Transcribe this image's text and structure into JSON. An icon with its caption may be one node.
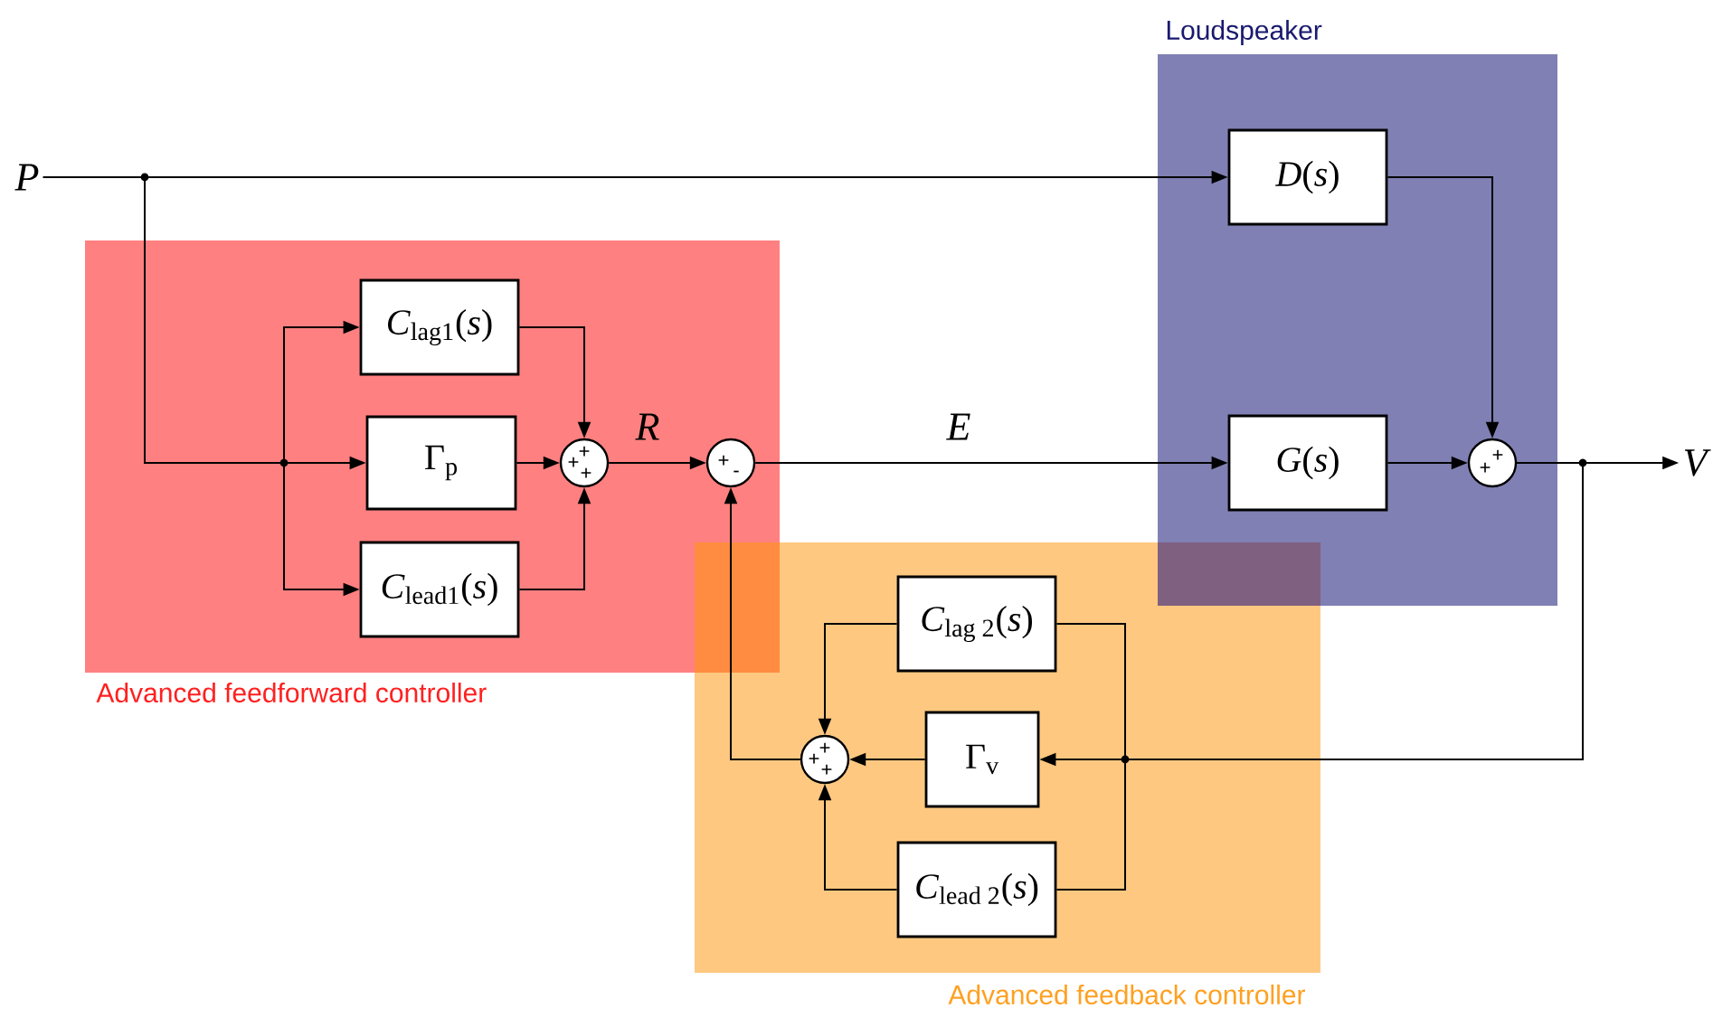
{
  "diagram": {
    "nodes": [
      {
        "text": [
          "Advanced feedforward controller"
        ]
      },
      {
        "text": [
          "Loudspeaker"
        ]
      },
      {
        "text": [
          "Advanced feedback controller"
        ]
      },
      {
        "text": [
          "P"
        ]
      },
      {
        "text": [
          "*C*$_{lag1}$(*s*)"
        ],
        "in": 0
      },
      {
        "text": [
          "Γ$_{p}$"
        ],
        "in": 0
      },
      {
        "text": [
          "*C*$_{lead1}$(*s*)"
        ],
        "in": 0
      },
      {
        "text": [
          "+",
          "+",
          "+"
        ],
        "in": 0
      },
      {
        "text": [
          "+",
          "-"
        ],
        "in": 0
      },
      {
        "text": [
          "*D*(*s*)"
        ],
        "in": 1
      },
      {
        "text": [
          "*G*(*s*)"
        ],
        "in": 1
      },
      {
        "text": [
          "+",
          "+"
        ],
        "in": 1
      },
      {
        "text": [
          "V"
        ]
      },
      {
        "text": [
          "*C*$_{lag 2}$(*s*)"
        ],
        "in": 2
      },
      {
        "text": [
          "Γ$_{v}$"
        ],
        "in": 2
      },
      {
        "text": [
          "*C*$_{lead 2}$(*s*)"
        ],
        "in": 2
      },
      {
        "text": [
          "+",
          "+",
          "+"
        ],
        "in": 2
      }
    ],
    "edges": [
      {
        "from": 3,
        "to": 9,
        "arrow": "to"
      },
      {
        "from": 3,
        "to": 4,
        "arrow": "to"
      },
      {
        "from": 3,
        "to": 5,
        "arrow": "to"
      },
      {
        "from": 3,
        "to": 6,
        "arrow": "to"
      },
      {
        "from": 4,
        "to": 7,
        "arrow": "to"
      },
      {
        "from": 5,
        "to": 7,
        "arrow": "to"
      },
      {
        "from": 6,
        "to": 7,
        "arrow": "to"
      },
      {
        "from": 7,
        "to": 8,
        "arrow": "to",
        "label": "R"
      },
      {
        "from": 8,
        "to": 10,
        "arrow": "to",
        "label": "E"
      },
      {
        "from": 9,
        "to": 11,
        "arrow": "to"
      },
      {
        "from": 10,
        "to": 11,
        "arrow": "to"
      },
      {
        "from": 11,
        "to": 12,
        "arrow": "to"
      },
      {
        "from": 11,
        "to": 13,
        "arrow": "none"
      },
      {
        "from": 11,
        "to": 14,
        "arrow": "to"
      },
      {
        "from": 11,
        "to": 15,
        "arrow": "none"
      },
      {
        "from": 13,
        "to": 16,
        "arrow": "to"
      },
      {
        "from": 14,
        "to": 16,
        "arrow": "to"
      },
      {
        "from": 15,
        "to": 16,
        "arrow": "to"
      },
      {
        "from": 16,
        "to": 8,
        "arrow": "to"
      }
    ]
  }
}
